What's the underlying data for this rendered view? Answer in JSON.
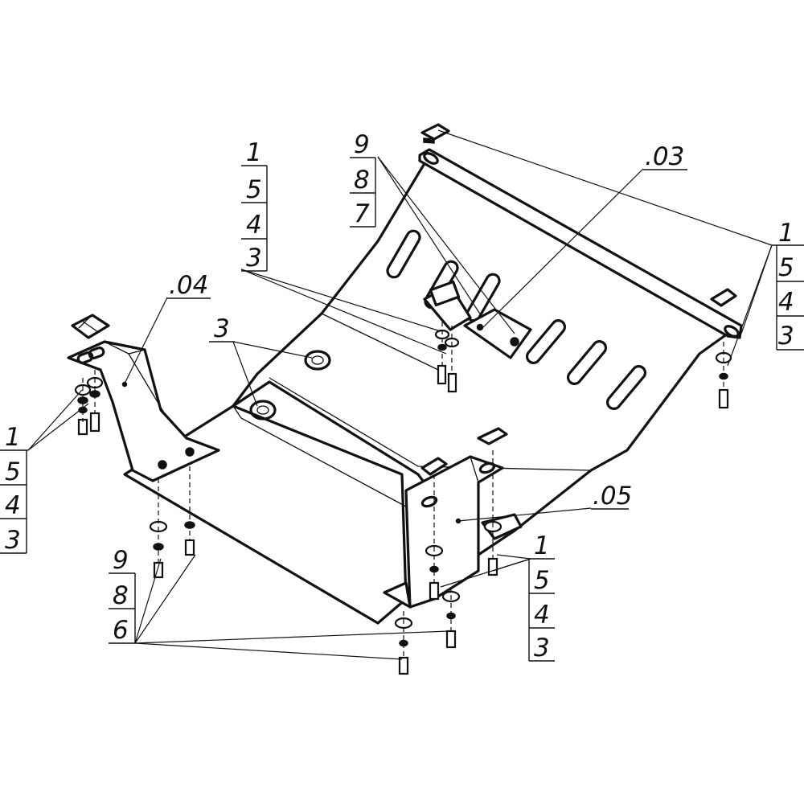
{
  "labels": {
    "top_left_stack": [
      "1",
      "5",
      "4",
      "3"
    ],
    "top_mid_stack": [
      "9",
      "8",
      "7"
    ],
    "top_ref": ".03",
    "right_stack": [
      "1",
      "5",
      "4",
      "3"
    ],
    "left_ref": ".04",
    "plain_3": "3",
    "left_stack": [
      "1",
      "5",
      "4",
      "3"
    ],
    "bottom_left_stack": [
      "9",
      "8",
      "6"
    ],
    "bottom_right_stack": [
      "1",
      "5",
      "4",
      "3"
    ],
    "mid_ref": ".05"
  }
}
